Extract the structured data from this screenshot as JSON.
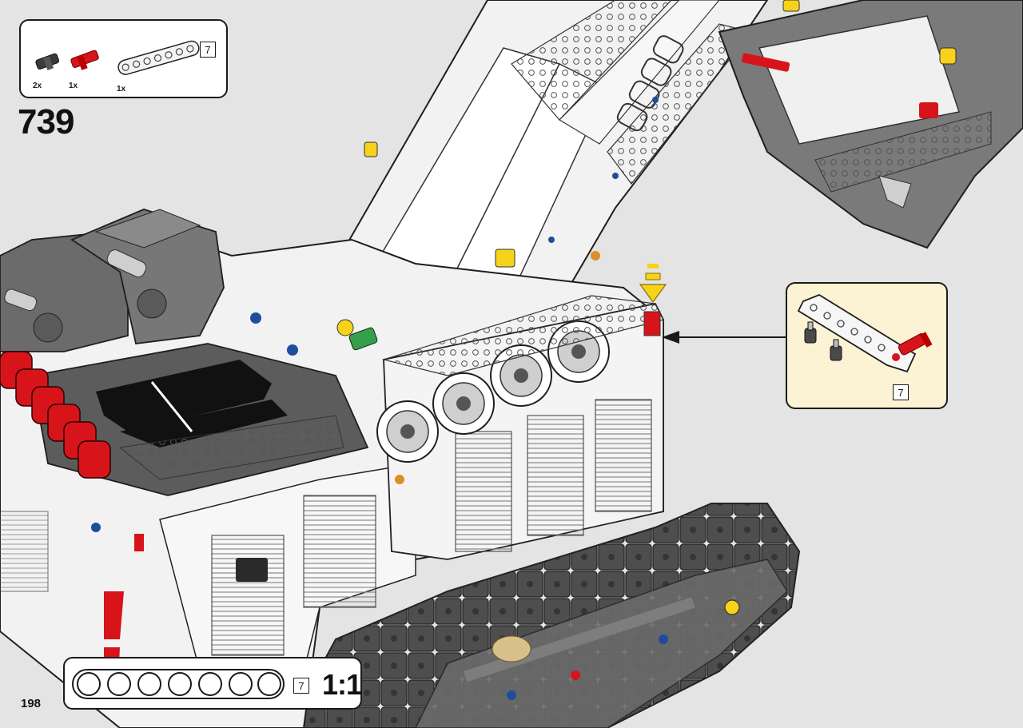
{
  "step": {
    "number": "739"
  },
  "parts_list": {
    "items": [
      {
        "quantity": "2x",
        "part": "connector-axle-pin",
        "color": "#3a3a3a"
      },
      {
        "quantity": "1x",
        "part": "axle-pin-with-friction",
        "color": "#d8141b"
      },
      {
        "quantity": "1x",
        "part": "liftarm-thin-7",
        "color": "#f4f4f4",
        "length_label": "7"
      }
    ]
  },
  "callout": {
    "liftarm_length_label": "7",
    "background_color": "#fbf3d4"
  },
  "scale_ruler": {
    "length_label": "7",
    "scale_label": "1:1"
  },
  "page": {
    "number": "198"
  },
  "colors": {
    "background": "#e4e4e4",
    "model_white": "#f2f2f2",
    "model_dark_gray": "#6b6b6b",
    "accent_red": "#d8141b",
    "accent_yellow": "#f6d21a",
    "pin_blue": "#1d4e9c"
  }
}
